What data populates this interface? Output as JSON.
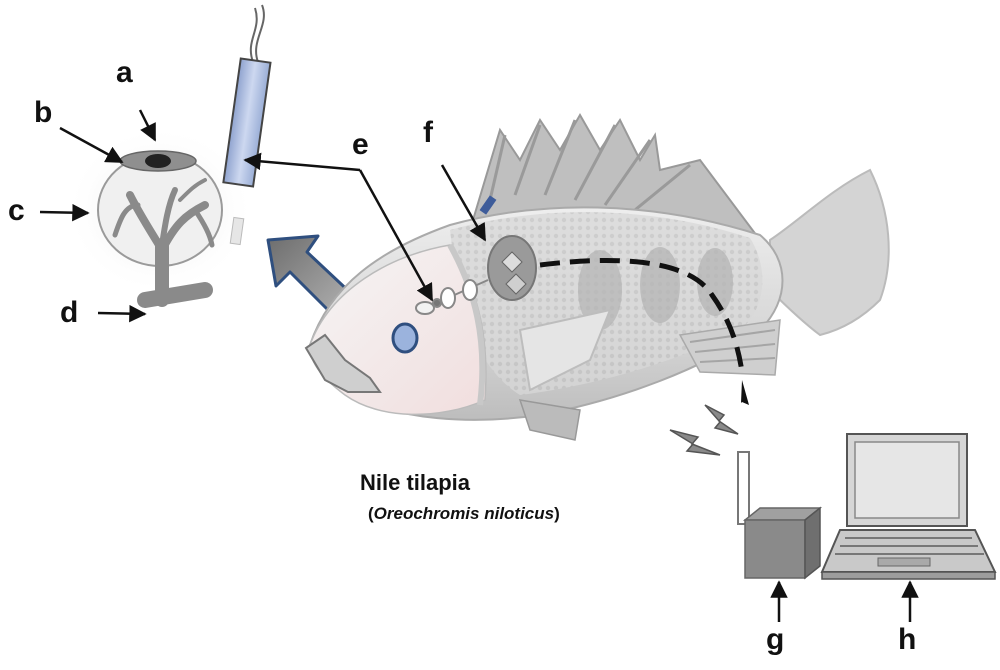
{
  "labels": {
    "a": "a",
    "b": "b",
    "c": "c",
    "d": "d",
    "e": "e",
    "f": "f",
    "g": "g",
    "h": "h"
  },
  "species": {
    "common_name": "Nile tilapia",
    "open_paren": "(",
    "scientific_name": "Oreochromis niloticus",
    "close_paren": ")"
  },
  "colors": {
    "outline": "#111111",
    "fish_body": "#d9d9d9",
    "fish_shadow": "#a6a6a6",
    "electrode": "#b4c4e6",
    "arrow_fill": "#8c8c8c",
    "arrow_edge": "#2f4f7f",
    "device_gray": "#8a8a8a"
  }
}
